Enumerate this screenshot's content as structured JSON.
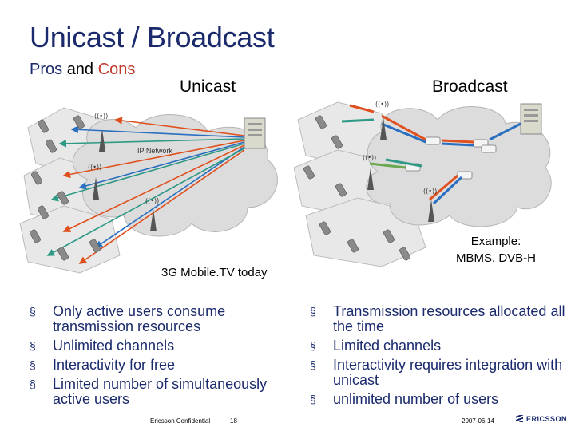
{
  "title": "Unicast / Broadcast",
  "subtitle": {
    "pros": "Pros",
    "and": "and",
    "cons": "Cons"
  },
  "columns": {
    "unicast": "Unicast",
    "broadcast": "Broadcast"
  },
  "diagram": {
    "network_label": "IP Network",
    "antenna_glyph": "((•))"
  },
  "captions": {
    "today": "3G Mobile.TV today",
    "example_line1": "Example:",
    "example_line2": "MBMS, DVB-H"
  },
  "unicast_points": [
    "Only active users consume transmission resources",
    "Unlimited channels",
    "Interactivity for free",
    "Limited number of simultaneously active users"
  ],
  "broadcast_points": [
    "Transmission resources allocated all the time",
    "Limited channels",
    "Interactivity requires integration with unicast",
    "unlimited number of users"
  ],
  "bullet_glyph": "§",
  "footer": {
    "confidential": "Ericsson Confidential",
    "page": "18",
    "date": "2007-06-14",
    "logo": "ERICSSON"
  },
  "colors": {
    "title": "#1a2a6c",
    "cons": "#c0392b",
    "cloud": "#dcdcdc",
    "cell": "#e8e8e8",
    "server": "#d9d9cc",
    "arrow_red": "#e0501e",
    "arrow_blue": "#2a6fc0",
    "arrow_teal": "#2e9a86",
    "arrow_green": "#6aa84f"
  }
}
